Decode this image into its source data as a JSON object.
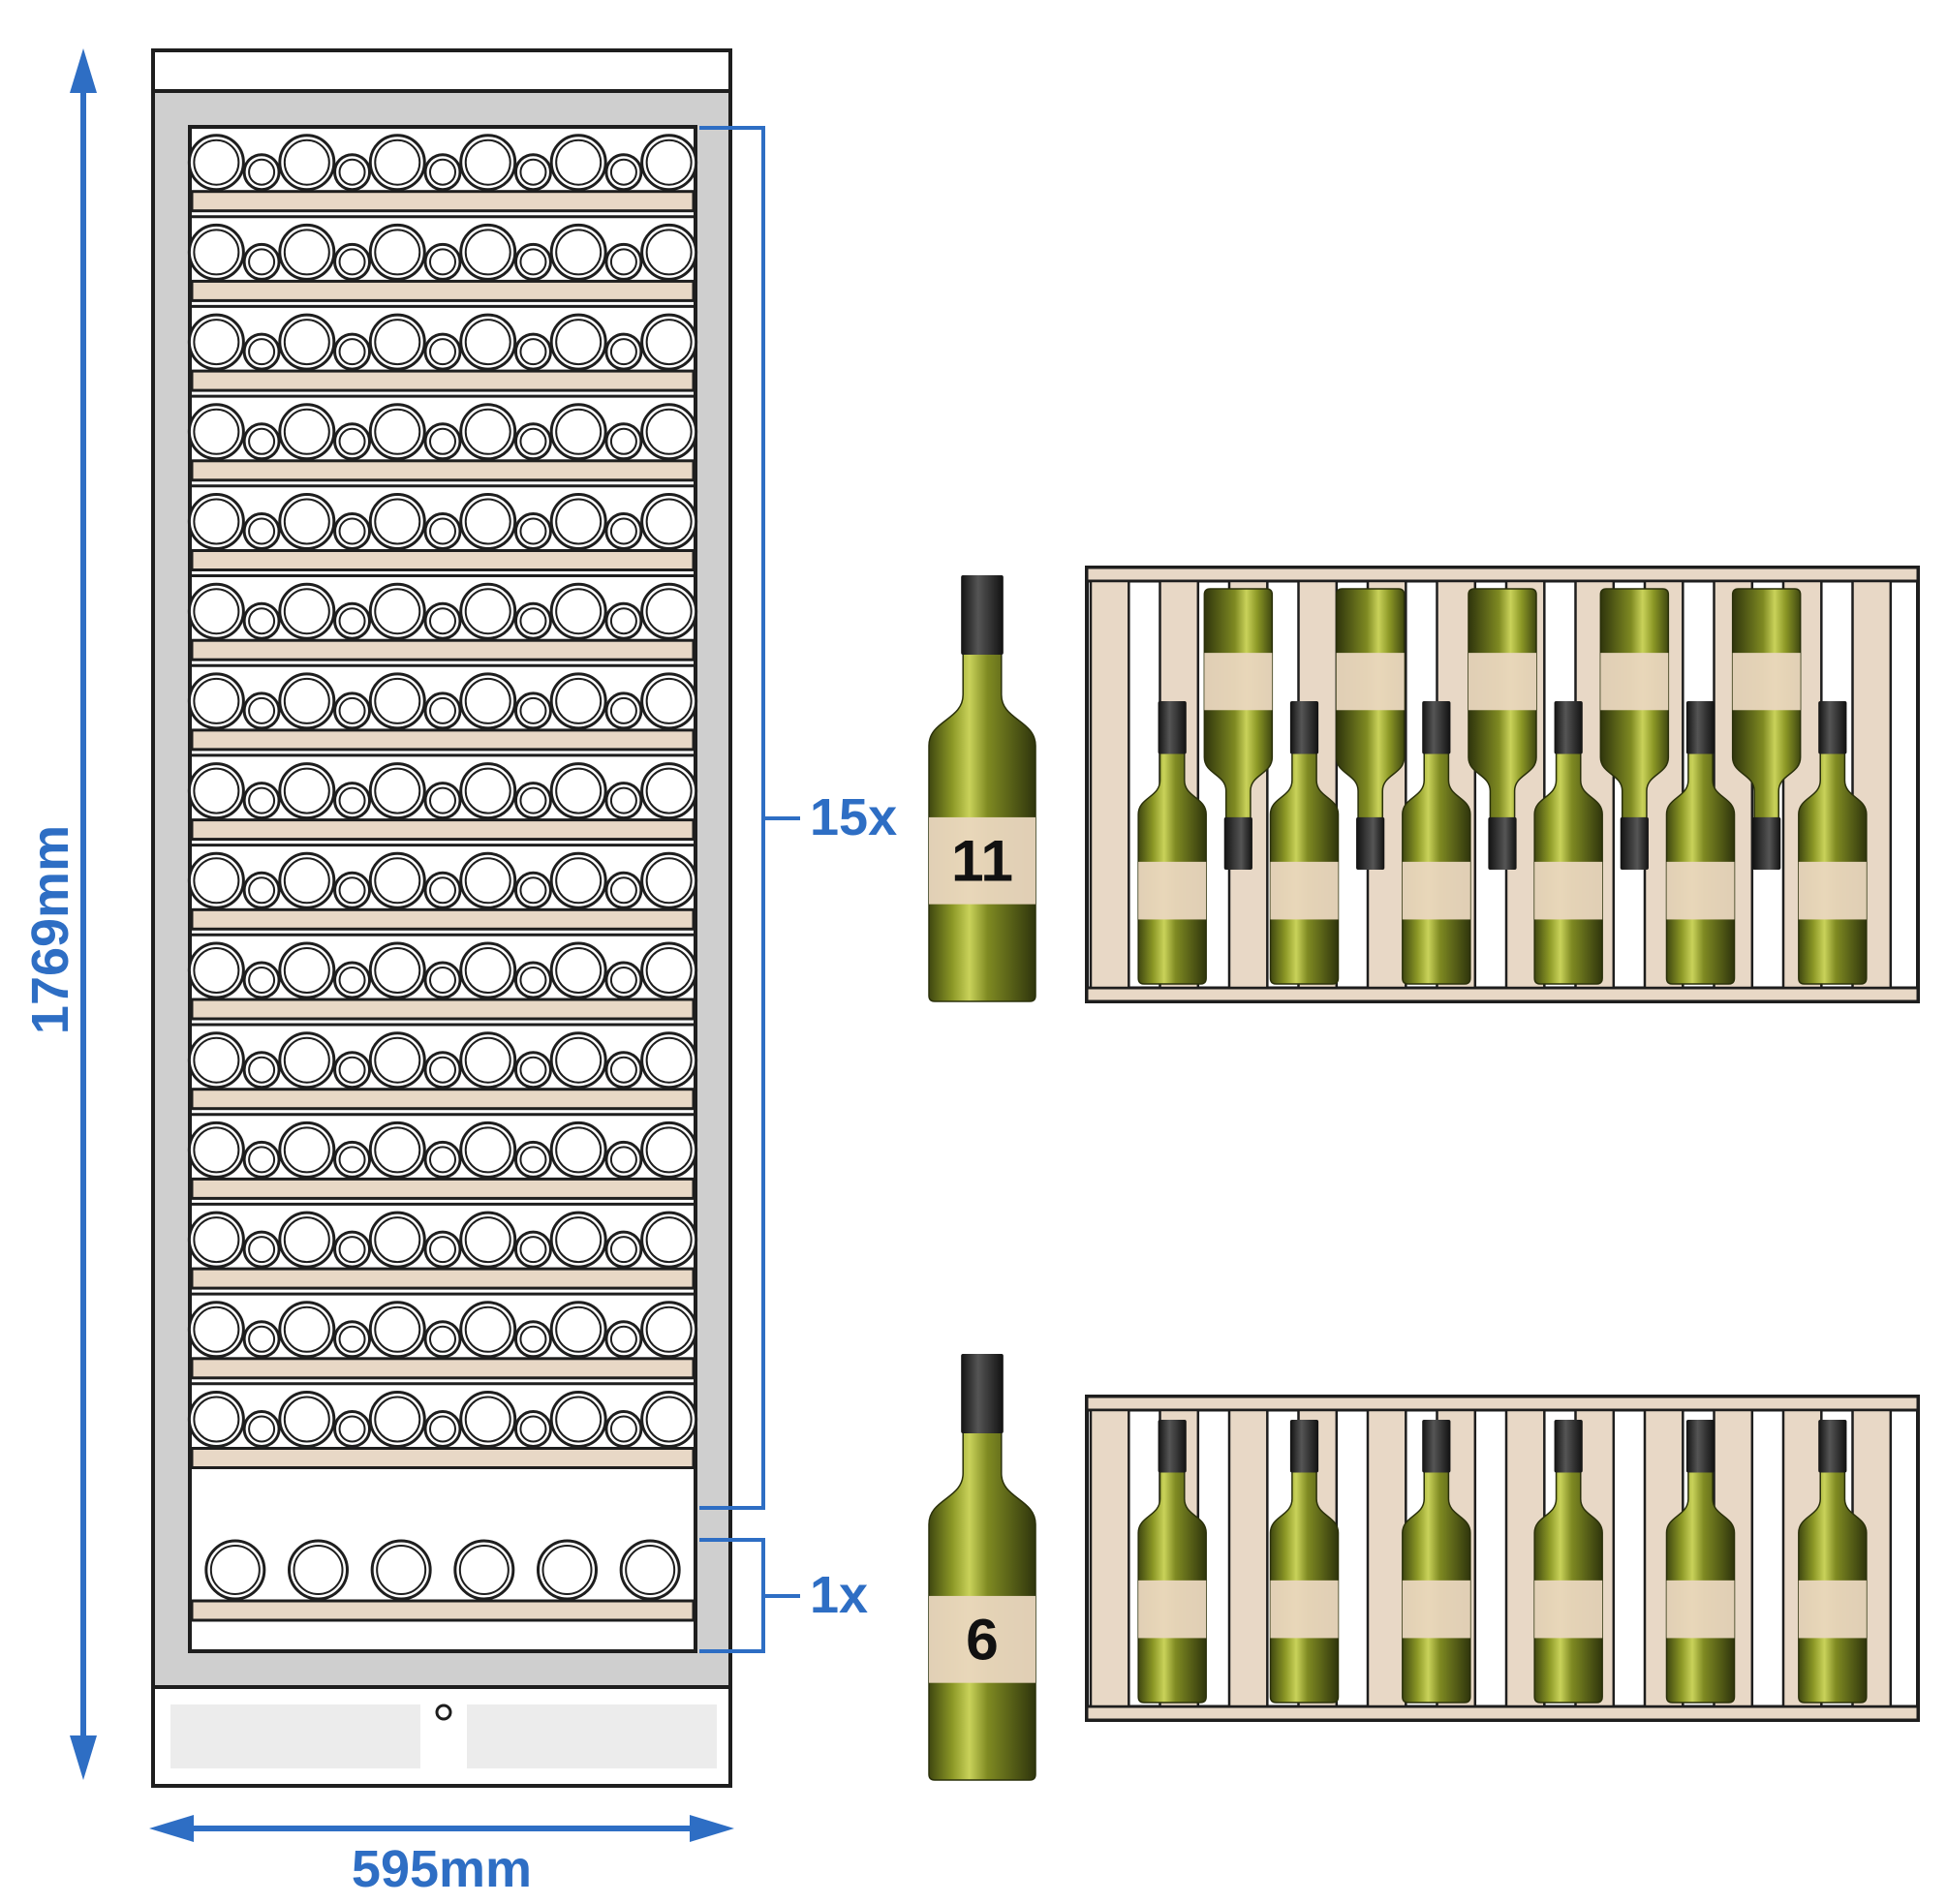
{
  "dimensions": {
    "height_label": "1769mm",
    "width_label": "595mm"
  },
  "cabinet": {
    "upper_zone": {
      "shelf_count": 15,
      "bottles_per_shelf": 11,
      "count_label": "15x"
    },
    "lower_zone": {
      "shelf_count": 1,
      "bottles_per_shelf": 6,
      "count_label": "1x"
    }
  },
  "shelf_details": [
    {
      "bottle_label": "11",
      "bottles": 11
    },
    {
      "bottle_label": "6",
      "bottles": 6
    }
  ],
  "colors": {
    "dimension_blue": "#2e6ec4",
    "shelf_wood": "#e8d8c6",
    "frame_gray": "#cfcfcf",
    "outline": "#1e1e1e",
    "bottle_glass": "#7f8a22",
    "bottle_capsule": "#2a2a2a",
    "bottle_label": "#ead7bf"
  }
}
